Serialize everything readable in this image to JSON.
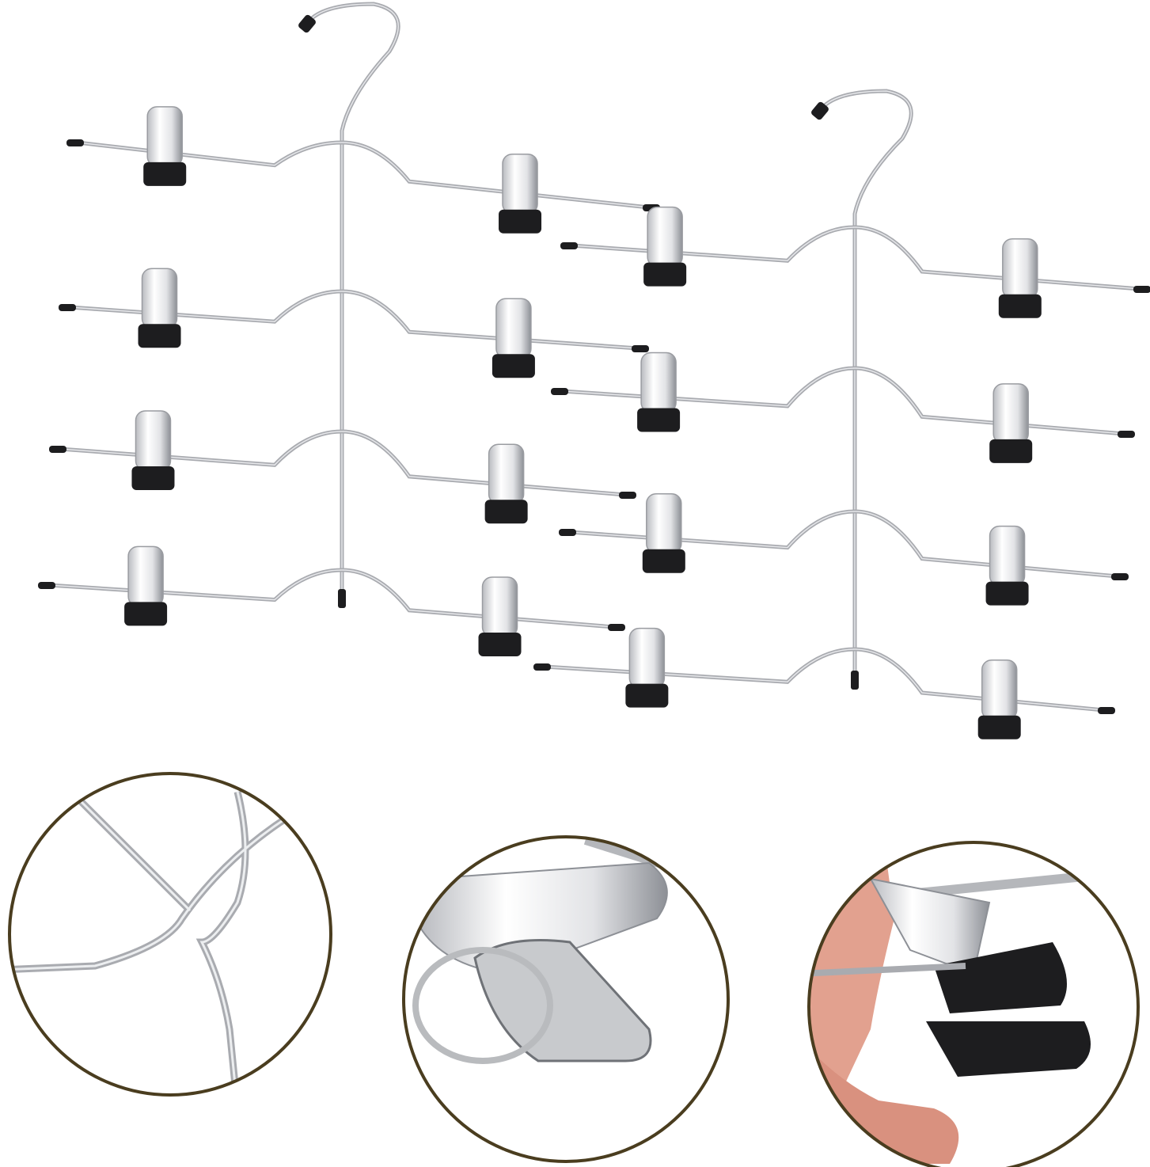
{
  "image": {
    "subject": "",
    "colors": {
      "background": "#ffffff",
      "wire": "#a9abb0",
      "wire_highlight": "#e6e7ea",
      "clip_body": "#eeeeef",
      "clip_shade": "#9a9ca1",
      "clip_pad": "#1d1d1f",
      "circle_border": "#4a3d1f",
      "skin": "#e2a18f"
    },
    "hangers": 2,
    "tiers_per_hanger": 4,
    "detail_circles": 3
  }
}
